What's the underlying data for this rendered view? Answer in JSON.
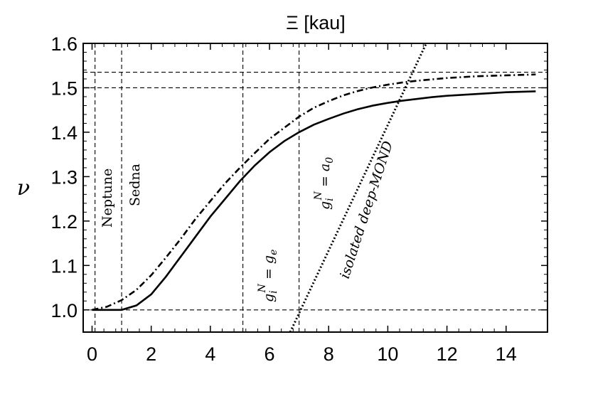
{
  "chart_data": {
    "type": "line",
    "title": "Ξ [kau]",
    "xlabel": "",
    "ylabel": "ν",
    "xlim": [
      -0.3,
      15.4
    ],
    "ylim": [
      0.95,
      1.6
    ],
    "x_ticks": [
      0,
      2,
      4,
      6,
      8,
      10,
      12,
      14
    ],
    "x_tick_labels": [
      "0",
      "2",
      "4",
      "6",
      "8",
      "10",
      "12",
      "14"
    ],
    "y_ticks": [
      1.0,
      1.1,
      1.2,
      1.3,
      1.4,
      1.5,
      1.6
    ],
    "y_tick_labels": [
      "1.0",
      "1.1",
      "1.2",
      "1.3",
      "1.4",
      "1.5",
      "1.6"
    ],
    "grid": false,
    "series": [
      {
        "style": "solid",
        "x": [
          0,
          0.5,
          1.0,
          1.5,
          2.0,
          2.5,
          3.0,
          3.5,
          4.0,
          4.5,
          5.0,
          5.5,
          6.0,
          6.5,
          7.0,
          7.5,
          8.0,
          8.5,
          9.0,
          9.5,
          10.0,
          10.5,
          11.0,
          11.5,
          12.0,
          12.5,
          13.0,
          13.5,
          14.0,
          14.5,
          15.0
        ],
        "y": [
          1.0,
          1.0,
          1.0,
          1.01,
          1.035,
          1.075,
          1.12,
          1.165,
          1.21,
          1.25,
          1.29,
          1.325,
          1.355,
          1.38,
          1.4,
          1.417,
          1.43,
          1.442,
          1.452,
          1.46,
          1.466,
          1.471,
          1.475,
          1.479,
          1.482,
          1.484,
          1.486,
          1.488,
          1.49,
          1.491,
          1.492
        ]
      },
      {
        "style": "dash-dot",
        "x": [
          0,
          0.5,
          1.0,
          1.5,
          2.0,
          2.5,
          3.0,
          3.5,
          4.0,
          4.5,
          5.0,
          5.5,
          6.0,
          6.5,
          7.0,
          7.5,
          8.0,
          8.5,
          9.0,
          9.5,
          10.0,
          10.5,
          11.0,
          11.5,
          12.0,
          12.5,
          13.0,
          13.5,
          14.0,
          14.5,
          15.0
        ],
        "y": [
          1.0,
          1.007,
          1.022,
          1.045,
          1.078,
          1.118,
          1.16,
          1.205,
          1.245,
          1.285,
          1.32,
          1.353,
          1.385,
          1.41,
          1.435,
          1.455,
          1.47,
          1.483,
          1.493,
          1.501,
          1.507,
          1.512,
          1.516,
          1.519,
          1.522,
          1.524,
          1.526,
          1.527,
          1.528,
          1.529,
          1.53
        ]
      },
      {
        "name": "isolated deep-MOND",
        "style": "dotted",
        "x": [
          6.7,
          11.3
        ],
        "y": [
          0.95,
          1.6
        ]
      }
    ],
    "reference_lines": {
      "vertical": [
        0.1,
        1.0,
        5.1,
        7.0
      ],
      "horizontal": [
        1.0,
        1.5,
        1.535
      ]
    },
    "annotations": {
      "neptune": "Neptune",
      "sedna": "Sedna",
      "ge_g": "g",
      "ge_sub_i": "i",
      "ge_sup_n": "N",
      "ge_rest": " = g",
      "ge_sub_e": "e",
      "a0_g": "g",
      "a0_sub_i": "i",
      "a0_sup_n": "N",
      "a0_rest": " = a",
      "a0_sub_0": "0",
      "deep_mond": "isolated deep-MOND"
    }
  }
}
